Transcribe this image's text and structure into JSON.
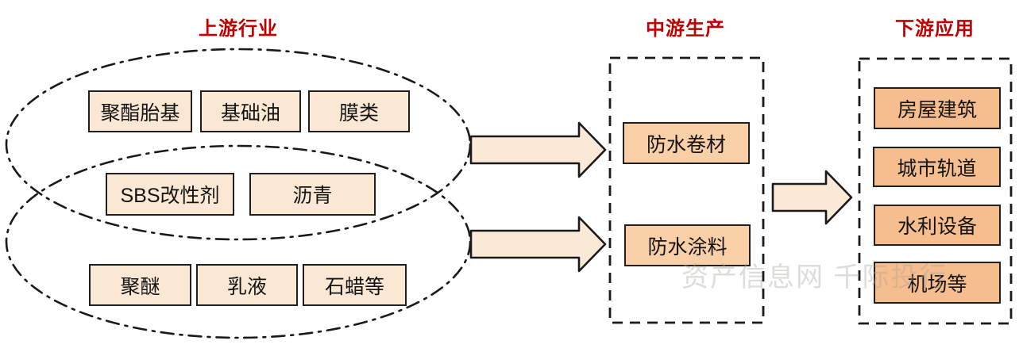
{
  "titles": {
    "upstream": "上游行业",
    "midstream": "中游生产",
    "downstream": "下游应用"
  },
  "upstream": {
    "row1": [
      "聚酯胎基",
      "基础油",
      "膜类"
    ],
    "row2": [
      "SBS改性剂",
      "沥青"
    ],
    "row3": [
      "聚醚",
      "乳液",
      "石蜡等"
    ]
  },
  "midstream": {
    "items": [
      "防水卷材",
      "防水涂料"
    ]
  },
  "downstream": {
    "items": [
      "房屋建筑",
      "城市轨道",
      "水利设备",
      "机场等"
    ]
  },
  "watermark": "资产信息网 千际投行",
  "colors": {
    "title_red": "#c00000",
    "outline": "#1a1a1a",
    "upstream_box_fill": "#fae8d5",
    "midstream_box_fill": "#f8cfa7",
    "downstream_box_fill": "#f6be8e",
    "arrow_fill": "#fbe9d8"
  }
}
